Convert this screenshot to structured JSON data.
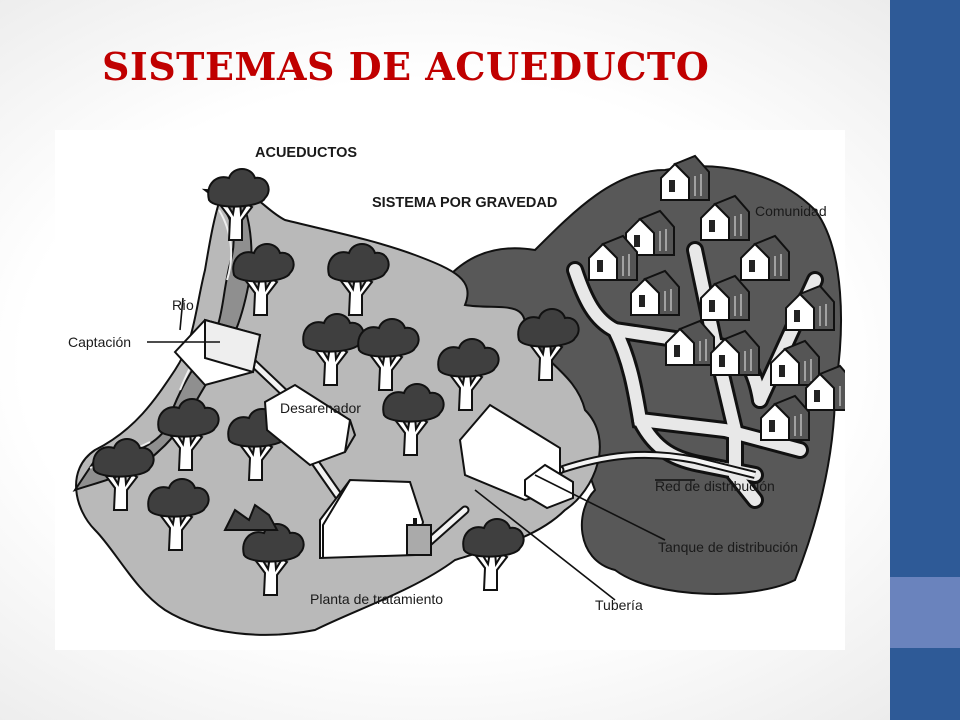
{
  "slide": {
    "title": "SISTEMAS DE ACUEDUCTO",
    "colors": {
      "title": "#c00000",
      "sidebar": "#2e5a97",
      "sidebar_accent": "#6a83bd"
    }
  },
  "diagram": {
    "heading": "ACUEDUCTOS",
    "subheading": "SISTEMA POR GRAVEDAD",
    "labels": {
      "rio": "Río",
      "captacion": "Captación",
      "desarenador": "Desarenador",
      "planta": "Planta de tratamiento",
      "tuberia": "Tubería",
      "tanque": "Tanque de distribución",
      "red": "Red de distribución",
      "comunidad": "Comunidad"
    }
  }
}
